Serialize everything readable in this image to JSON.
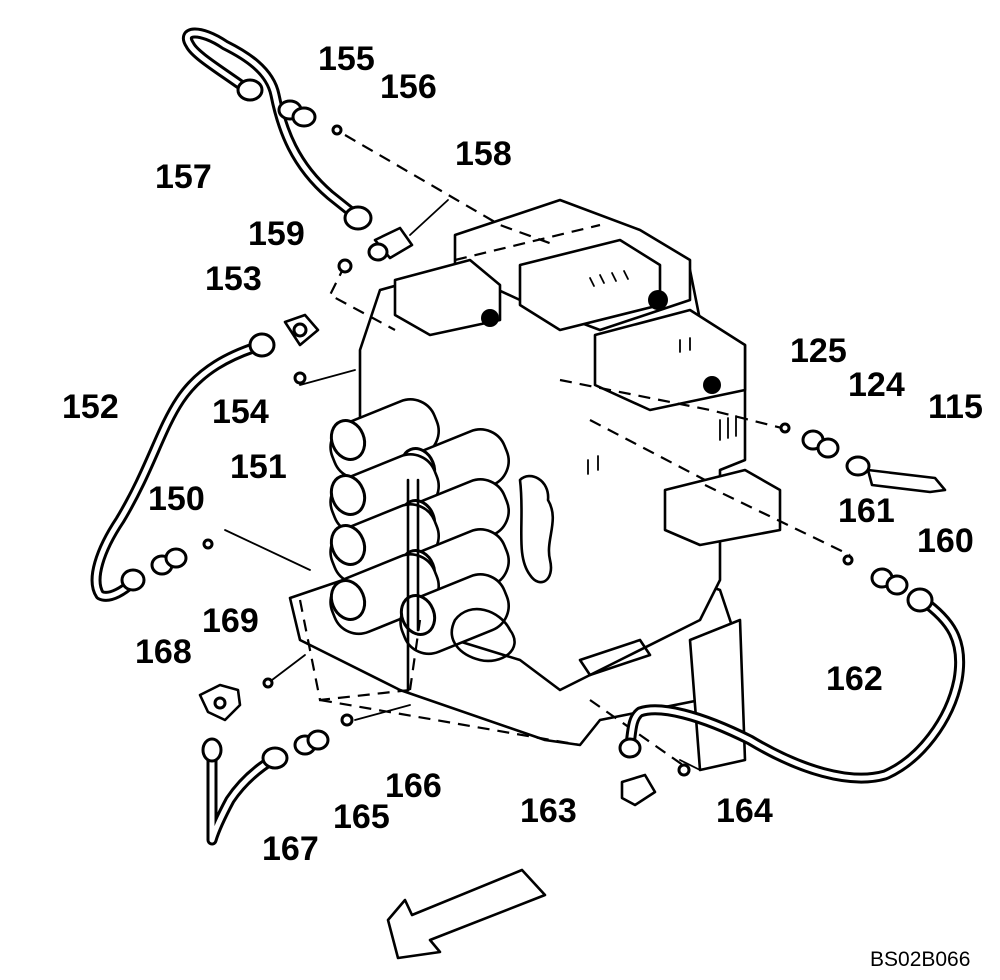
{
  "diagram": {
    "reference_code": "BS02B066",
    "part_labels": {
      "p155": "155",
      "p156": "156",
      "p157": "157",
      "p158": "158",
      "p159": "159",
      "p153": "153",
      "p152": "152",
      "p154": "154",
      "p151a": "151",
      "p150": "150",
      "p125": "125",
      "p124": "124",
      "p115": "115",
      "p161": "161",
      "p160": "160",
      "p169": "169",
      "p168": "168",
      "p162": "162",
      "p166": "166",
      "p165": "165",
      "p167": "167",
      "p163": "163",
      "p164": "164"
    }
  }
}
